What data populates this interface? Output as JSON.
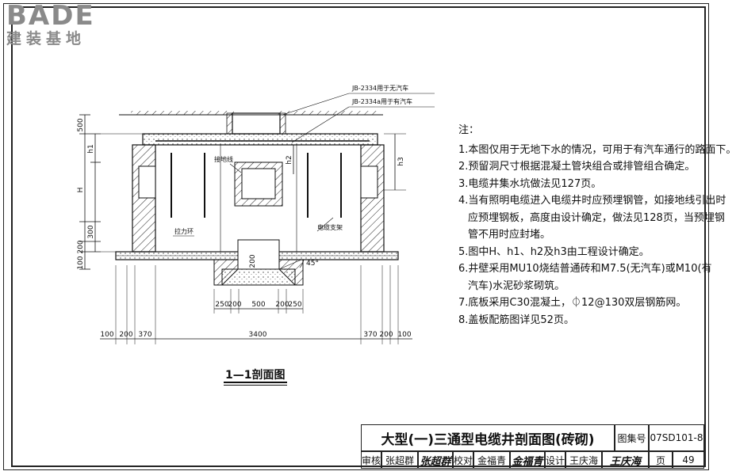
{
  "brand": {
    "main": "BADE",
    "sub": "建装基地"
  },
  "drawing": {
    "callouts": {
      "cover_no_vehicle": "JB-2334用于无汽车",
      "cover_vehicle": "JB-2334a用于有汽车",
      "grounding": "接地线",
      "anchor_ring": "拉力环",
      "cable_bracket": "电缆支架"
    },
    "vertical_dims": {
      "d500": "500",
      "h1": "h1",
      "H": "H",
      "d300": "300",
      "d200": "200",
      "d100": "100",
      "h2": "h2",
      "h3": "h3",
      "pit200": "200"
    },
    "angle": "45°",
    "sump_dims": [
      "250",
      "200",
      "500",
      "200",
      "250"
    ],
    "bottom_dims": [
      "100",
      "200",
      "370",
      "3400",
      "370",
      "200",
      "100"
    ]
  },
  "section_caption": "1—1剖面图",
  "notes": {
    "heading": "注：",
    "items": [
      [
        "1.本图仅用于无地下水的情况，可用于有汽车通行的路面下。"
      ],
      [
        "2.预留洞尺寸根据混凝土管块组合或排管组合确定。"
      ],
      [
        "3.电缆井集水坑做法见127页。"
      ],
      [
        "4.当有照明电缆进入电缆井时应预埋钢管，如接地线引出时",
        "应预埋钢板，高度由设计确定，做法见128页，当预埋钢",
        "管不用时应封堵。"
      ],
      [
        "5.图中H、h1、h2及h3由工程设计确定。"
      ],
      [
        "6.井壁采用MU10烧结普通砖和M7.5(无汽车)或M10(有",
        "汽车)水泥砂浆砌筑。"
      ],
      [
        "7.底板采用C30混凝土，⏀12@130双层钢筋网。"
      ],
      [
        "8.盖板配筋图详见52页。"
      ]
    ]
  },
  "title_block": {
    "title": "大型(一)三通型电缆井剖面图(砖砌)",
    "atlas_label": "图集号",
    "atlas_no": "07SD101-8",
    "review_label": "审核",
    "reviewer": "张超群",
    "reviewer_sig": "张超群",
    "check_label": "校对",
    "checker": "金福青",
    "checker_sig": "金福青",
    "design_label": "设计",
    "designer": "王庆海",
    "designer_sig": "王庆海",
    "page_label": "页",
    "page_no": "49"
  }
}
